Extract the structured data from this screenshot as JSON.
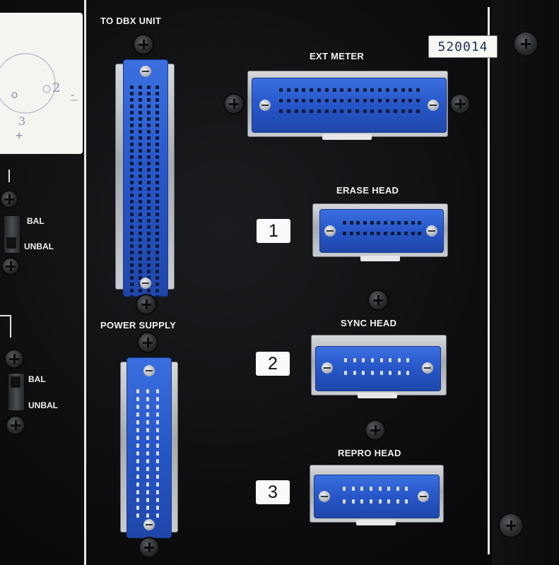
{
  "labels": {
    "to_dbx_unit": "TO DBX UNIT",
    "ext_meter": "EXT METER",
    "erase_head": "ERASE HEAD",
    "sync_head": "SYNC HEAD",
    "repro_head": "REPRO HEAD",
    "power_supply": "POWER SUPPLY",
    "bal_top": "BAL",
    "unbal_top": "UNBAL",
    "bal_bottom": "BAL",
    "unbal_bottom": "UNBAL"
  },
  "serial_number": "520014",
  "channel_numbers": [
    "1",
    "2",
    "3"
  ],
  "card_sketch": {
    "pin_2": "2",
    "pin_3": "3",
    "pin_o": "o",
    "minus": "-",
    "plus": "+"
  },
  "colors": {
    "panel": "#0d0d0f",
    "connector_blue": "#2656c8",
    "label_white": "#f2f2f2",
    "serial_ink": "#22335a"
  }
}
